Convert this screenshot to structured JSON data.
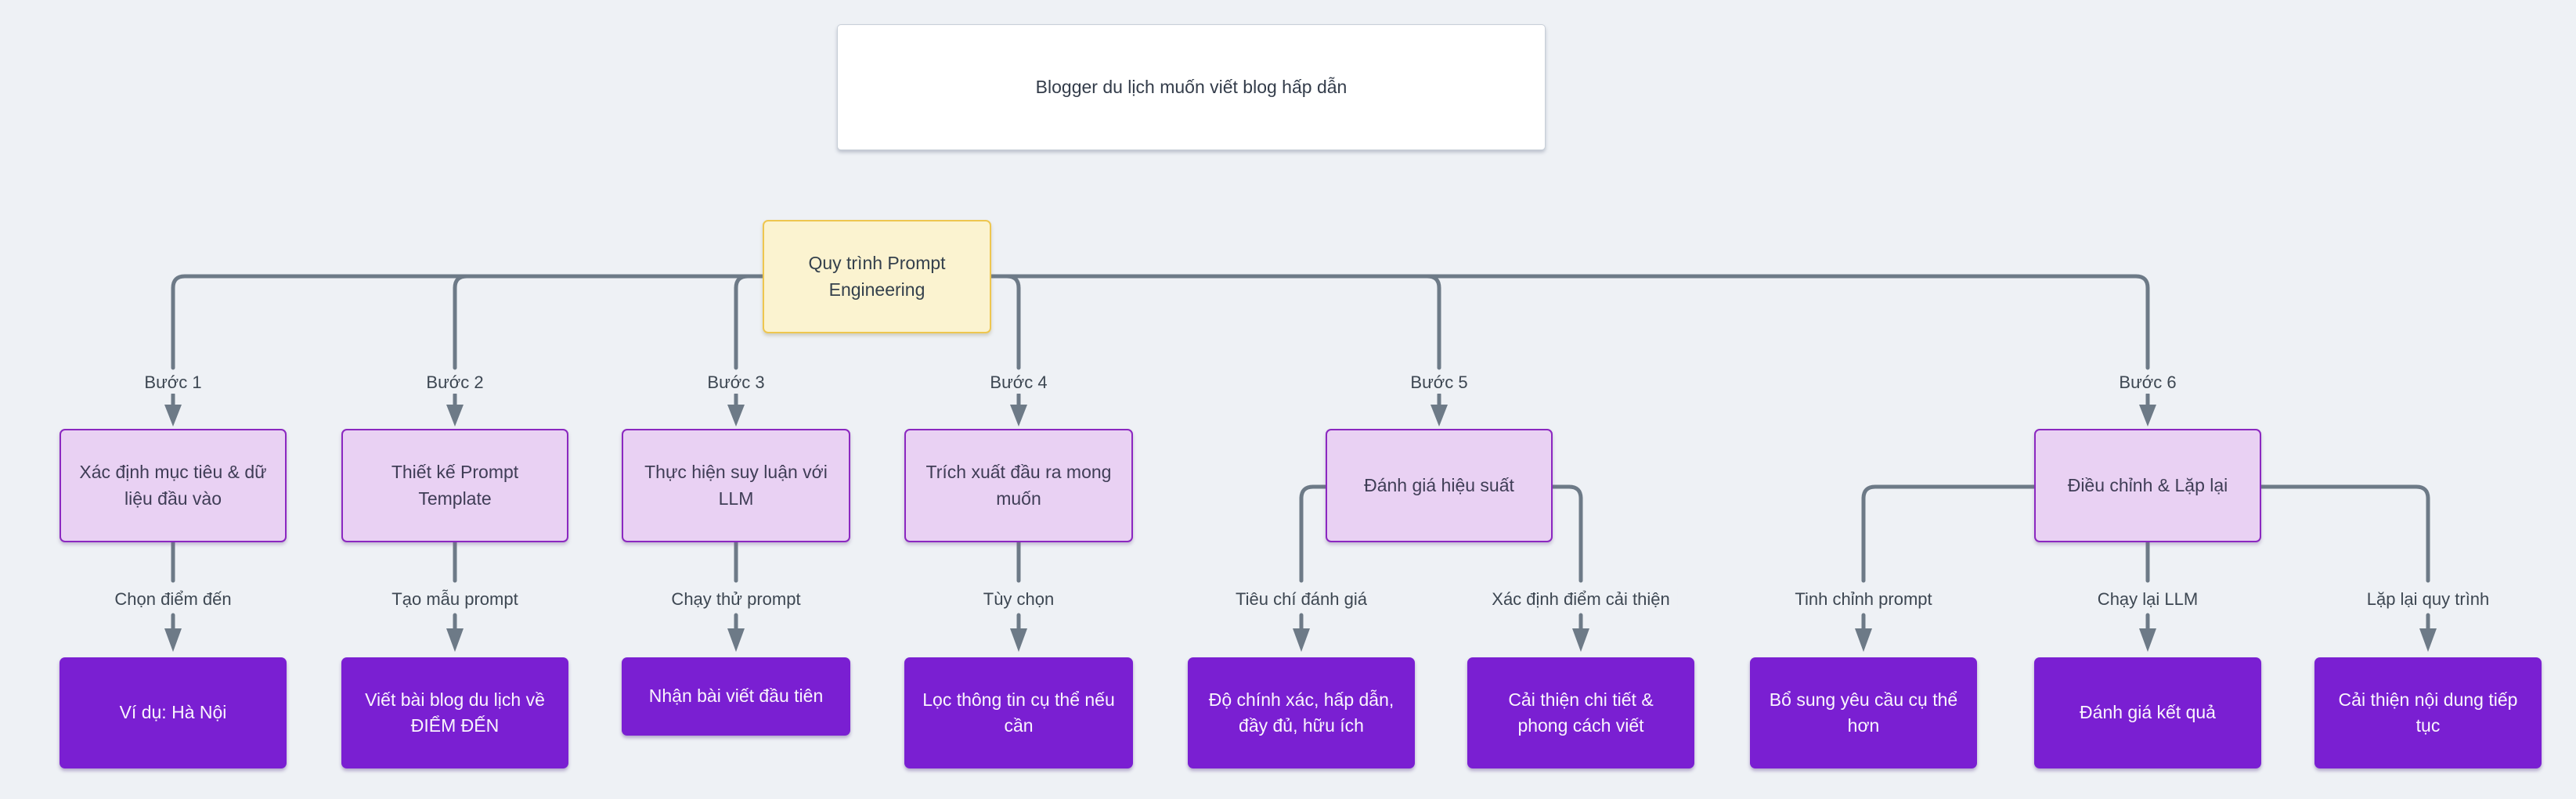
{
  "colors": {
    "background": "#eef1f5",
    "edge": "#6d7a87",
    "scenario_fill": "#ffffff",
    "root_fill": "#fbf3d0",
    "root_border": "#eec64f",
    "step_fill": "#e9d1f3",
    "step_border": "#8b28c0",
    "result_fill": "#7a1fd2",
    "result_text": "#faf5fd"
  },
  "scenario": {
    "label": "Blogger du lịch muốn viết blog hấp dẫn"
  },
  "root": {
    "label": "Quy trình Prompt Engineering"
  },
  "steps": [
    {
      "step_label": "Bước 1",
      "title": "Xác định mục tiêu & dữ liệu đầu vào"
    },
    {
      "step_label": "Bước 2",
      "title": "Thiết kế Prompt Template"
    },
    {
      "step_label": "Bước 3",
      "title": "Thực hiện suy luận với LLM"
    },
    {
      "step_label": "Bước 4",
      "title": "Trích xuất đầu ra mong muốn"
    },
    {
      "step_label": "Bước 5",
      "title": "Đánh giá hiệu suất"
    },
    {
      "step_label": "Bước 6",
      "title": "Điều chỉnh & Lặp lại"
    }
  ],
  "outputs": [
    {
      "from": "Bước 1",
      "edge_label": "Chọn điểm đến",
      "label": "Ví dụ: Hà Nội"
    },
    {
      "from": "Bước 2",
      "edge_label": "Tạo mẫu prompt",
      "label": "Viết bài blog du lịch về ĐIỂM ĐẾN"
    },
    {
      "from": "Bước 3",
      "edge_label": "Chạy thử prompt",
      "label": "Nhận bài viết đầu tiên"
    },
    {
      "from": "Bước 4",
      "edge_label": "Tùy chọn",
      "label": "Lọc thông tin cụ thể nếu cần"
    },
    {
      "from": "Bước 5",
      "edge_label": "Tiêu chí đánh giá",
      "label": "Độ chính xác, hấp dẫn, đầy đủ, hữu ích"
    },
    {
      "from": "Bước 5",
      "edge_label": "Xác định điểm cải thiện",
      "label": "Cải thiện chi tiết & phong cách viết"
    },
    {
      "from": "Bước 6",
      "edge_label": "Tinh chỉnh prompt",
      "label": "Bổ sung yêu cầu cụ thể hơn"
    },
    {
      "from": "Bước 6",
      "edge_label": "Chạy lại LLM",
      "label": "Đánh giá kết quả"
    },
    {
      "from": "Bước 6",
      "edge_label": "Lặp lại quy trình",
      "label": "Cải thiện nội dung tiếp tục"
    }
  ]
}
